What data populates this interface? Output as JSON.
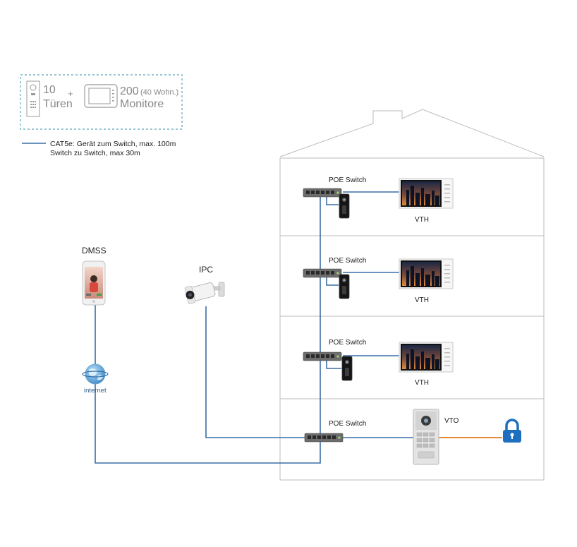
{
  "legend": {
    "doors_count": "10",
    "doors_label": "Türen",
    "plus": "+",
    "monitors_count": "200",
    "monitors_note": "(40 Wohn.)",
    "monitors_label": "Monitore",
    "cable_line1": "CAT5e: Gerät zum Switch, max. 100m",
    "cable_line2": "Switch zu Switch, max 30m"
  },
  "labels": {
    "dmss": "DMSS",
    "ipc": "IPC",
    "internet": "internet",
    "vto": "VTO",
    "floors": [
      {
        "switch": "POE Switch",
        "monitor": "VTH"
      },
      {
        "switch": "POE Switch",
        "monitor": "VTH"
      },
      {
        "switch": "POE Switch",
        "monitor": "VTH"
      },
      {
        "switch": "POE Switch"
      }
    ]
  },
  "colors": {
    "network_line": "#3a6ea5",
    "lock_line": "#e07b20",
    "lock": "#1f6fc0",
    "building": "#bbbbbb",
    "legend_border": "#5aa6b8"
  }
}
